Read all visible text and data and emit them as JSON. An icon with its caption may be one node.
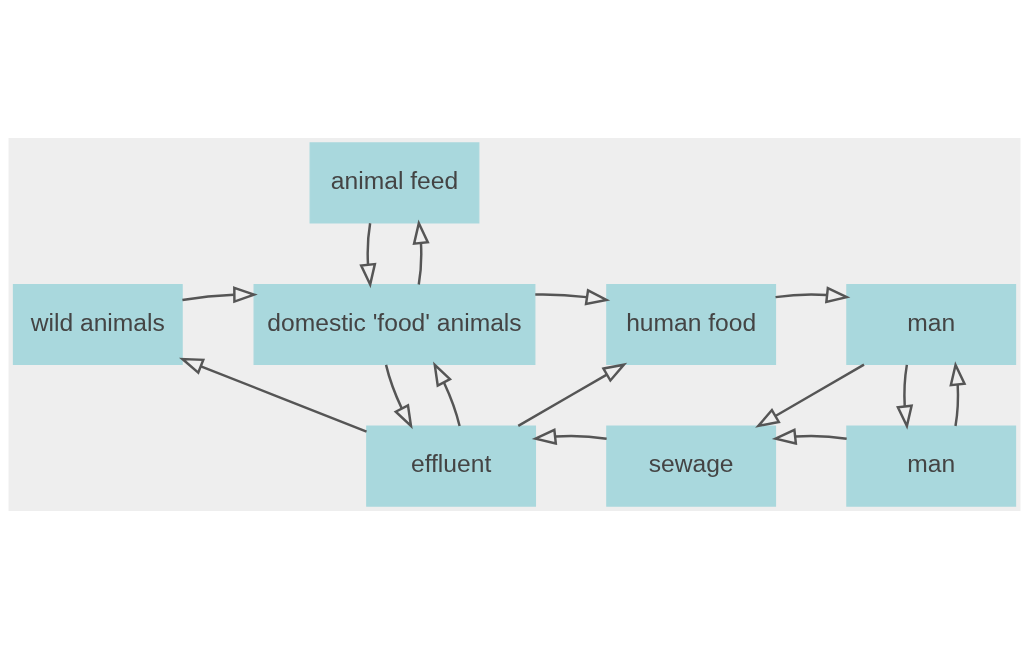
{
  "diagram": {
    "nodes": [
      {
        "text": [
          "animal feed"
        ]
      },
      {
        "text": [
          "domestic 'food' animals"
        ]
      },
      {
        "text": [
          "human food"
        ]
      },
      {
        "text": [
          "man"
        ]
      },
      {
        "text": [
          "wild animals"
        ]
      },
      {
        "text": [
          "effluent"
        ]
      },
      {
        "text": [
          "sewage"
        ]
      },
      {
        "text": [
          "man"
        ]
      }
    ],
    "edges": [
      {
        "from": 0,
        "to": 1,
        "arrow": "to"
      },
      {
        "from": 1,
        "to": 0,
        "arrow": "to"
      },
      {
        "from": 4,
        "to": 1,
        "arrow": "to"
      },
      {
        "from": 1,
        "to": 2,
        "arrow": "to"
      },
      {
        "from": 2,
        "to": 3,
        "arrow": "to"
      },
      {
        "from": 1,
        "to": 5,
        "arrow": "to"
      },
      {
        "from": 5,
        "to": 1,
        "arrow": "to"
      },
      {
        "from": 3,
        "to": 7,
        "arrow": "to"
      },
      {
        "from": 7,
        "to": 3,
        "arrow": "to"
      },
      {
        "from": 3,
        "to": 6,
        "arrow": "to"
      },
      {
        "from": 5,
        "to": 2,
        "arrow": "to"
      },
      {
        "from": 7,
        "to": 6,
        "arrow": "to"
      },
      {
        "from": 6,
        "to": 5,
        "arrow": "to"
      },
      {
        "from": 5,
        "to": 4,
        "arrow": "to"
      }
    ]
  }
}
